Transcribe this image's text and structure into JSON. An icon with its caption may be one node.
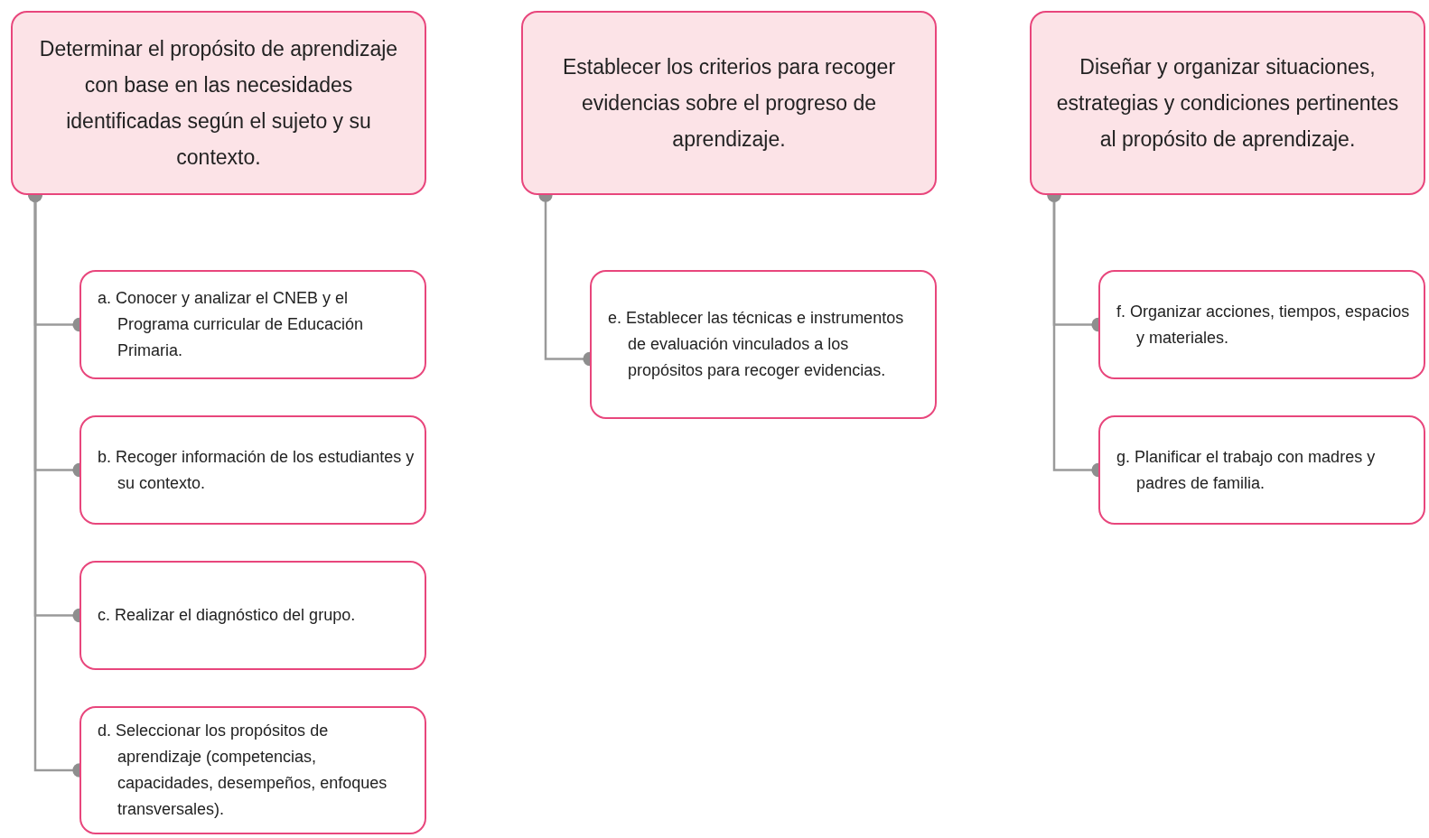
{
  "diagram": {
    "nodes": [
      {
        "text": [
          "Determinar el propósito de aprendizaje con base en las necesidades identificadas según el sujeto y su contexto."
        ]
      },
      {
        "text": [
          "Establecer los criterios para recoger evidencias sobre el progreso de aprendizaje."
        ]
      },
      {
        "text": [
          "Diseñar y organizar situaciones, estrategias y condiciones pertinentes al propósito de aprendizaje."
        ]
      },
      {
        "text": [
          "a. Conocer y analizar el CNEB y el Programa curricular de Educación Primaria."
        ]
      },
      {
        "text": [
          "b. Recoger información de los estudiantes y su contexto."
        ]
      },
      {
        "text": [
          "c. Realizar el diagnóstico del grupo."
        ]
      },
      {
        "text": [
          "d. Seleccionar los propósitos de aprendizaje (competencias, capacidades, desempeños, enfoques transversales)."
        ]
      },
      {
        "text": [
          "e. Establecer las técnicas e instrumentos de evaluación vinculados a los propósitos para recoger evidencias."
        ]
      },
      {
        "text": [
          "f. Organizar acciones, tiempos, espacios y materiales."
        ]
      },
      {
        "text": [
          "g. Planificar el trabajo con madres y padres de familia."
        ]
      }
    ],
    "edges": [
      {
        "from": 0,
        "to": 3,
        "arrow": "other"
      },
      {
        "from": 0,
        "to": 4,
        "arrow": "other"
      },
      {
        "from": 0,
        "to": 5,
        "arrow": "other"
      },
      {
        "from": 0,
        "to": 6,
        "arrow": "other"
      },
      {
        "from": 1,
        "to": 7,
        "arrow": "other"
      },
      {
        "from": 2,
        "to": 8,
        "arrow": "other"
      },
      {
        "from": 2,
        "to": 9,
        "arrow": "other"
      }
    ]
  }
}
